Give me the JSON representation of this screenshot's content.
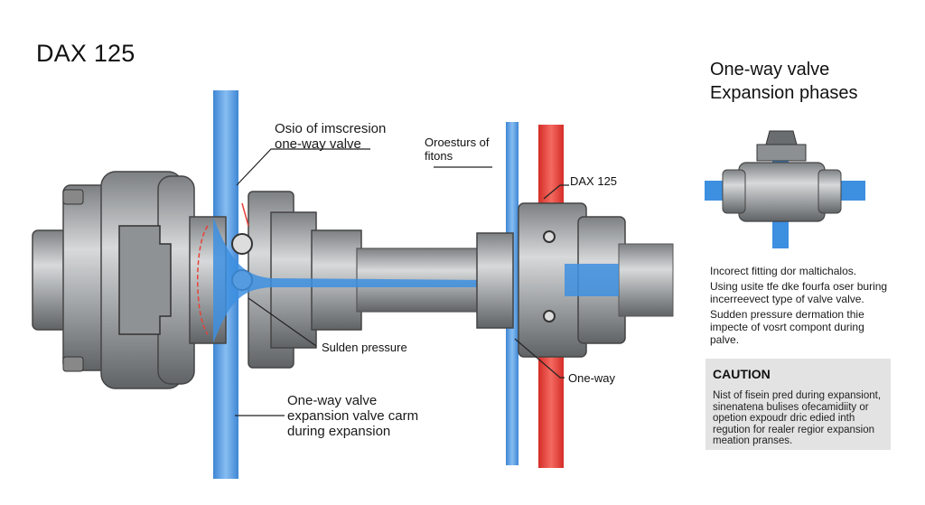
{
  "title": "DAX 125",
  "phases_title": "One-way valve Expansion phases",
  "labels": {
    "top_left": "Osio of imscresion one-way valve",
    "orcestures": "Oroesturs of fitons",
    "dax_small": "DAX 125",
    "sudden": "Sulden pressure",
    "bottom_left": "One-way valve expansion valve carm during expansion",
    "one_way": "One-way"
  },
  "notes": [
    "Incorect fitting dor maltichalos.",
    "Using usite tfe dke fourfa oser buring incerreevect type of valve valve.",
    "Sudden pressure dermation thie impecte of vosrt compont during palve."
  ],
  "caution": {
    "title": "CAUTION",
    "body": "Nist of fisein pred during expansiont, sinenatena bulises ofecamidiity or opetion expoudr dric edied inth regution for realer regior expansion meation pranses."
  },
  "colors": {
    "blue_flow": "#3d8fe0",
    "red_flow": "#e8413a",
    "metal": "#a8abad",
    "caution_bg": "#e3e3e3"
  }
}
